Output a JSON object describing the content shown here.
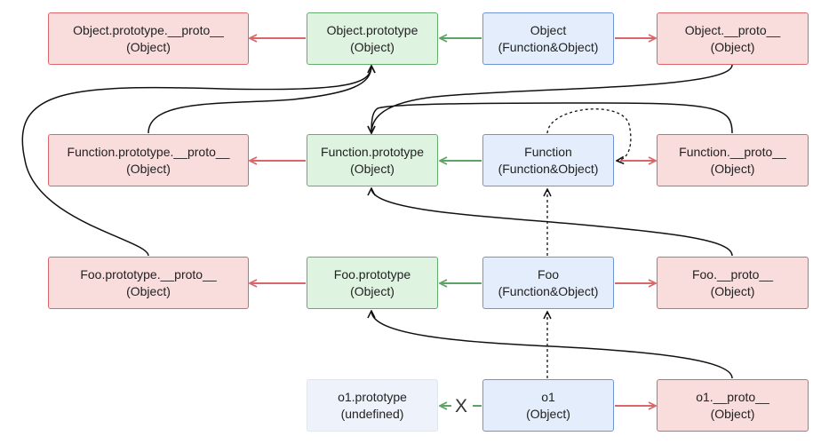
{
  "nodes": {
    "object_prototype_proto": {
      "line1": "Object.prototype.__proto__",
      "line2": "(Object)"
    },
    "object_prototype": {
      "line1": "Object.prototype",
      "line2": "(Object)"
    },
    "object": {
      "line1": "Object",
      "line2": "(Function&Object)"
    },
    "object_proto": {
      "line1": "Object.__proto__",
      "line2": "(Object)"
    },
    "function_prototype_proto": {
      "line1": "Function.prototype.__proto__",
      "line2": "(Object)"
    },
    "function_prototype": {
      "line1": "Function.prototype",
      "line2": "(Object)"
    },
    "function": {
      "line1": "Function",
      "line2": "(Function&Object)"
    },
    "function_proto": {
      "line1": "Function.__proto__",
      "line2": "(Object)"
    },
    "foo_prototype_proto": {
      "line1": "Foo.prototype.__proto__",
      "line2": "(Object)"
    },
    "foo_prototype": {
      "line1": "Foo.prototype",
      "line2": "(Object)"
    },
    "foo": {
      "line1": "Foo",
      "line2": "(Function&Object)"
    },
    "foo_proto": {
      "line1": "Foo.__proto__",
      "line2": "(Object)"
    },
    "o1_prototype": {
      "line1": "o1.prototype",
      "line2": "(undefined)"
    },
    "o1": {
      "line1": "o1",
      "line2": "(Object)"
    },
    "o1_proto": {
      "line1": "o1.__proto__",
      "line2": "(Object)"
    }
  },
  "blocked_marker": "X",
  "colors": {
    "red_fill": "#f9dcdc",
    "red_border": "#d9676a",
    "green_fill": "#dff3e1",
    "green_border": "#62ad6c",
    "blue_fill": "#e3edfb",
    "blue_border": "#6f95d6",
    "red_arrow": "#d9676a",
    "green_arrow": "#5da366",
    "curve": "#111111"
  }
}
